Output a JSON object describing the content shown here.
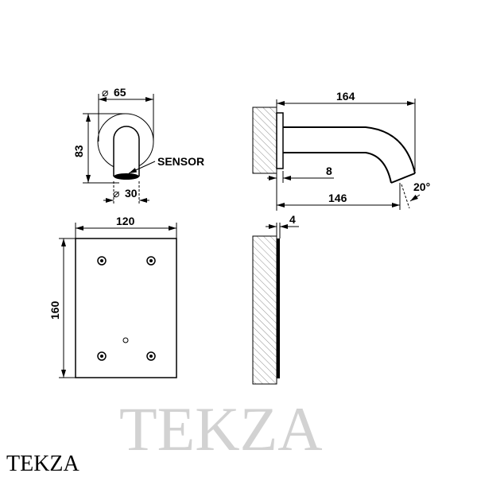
{
  "watermark": "TEKZA",
  "logo": "TEKZA",
  "front_view": {
    "diameter_outer": "65",
    "height": "83",
    "sensor_label": "SENSOR",
    "diameter_spout": "30"
  },
  "side_view": {
    "length_total": "164",
    "flange": "8",
    "length_spout": "146",
    "angle": "20°"
  },
  "plate_view": {
    "width": "120",
    "height": "160"
  },
  "plate_side": {
    "thickness": "4"
  }
}
